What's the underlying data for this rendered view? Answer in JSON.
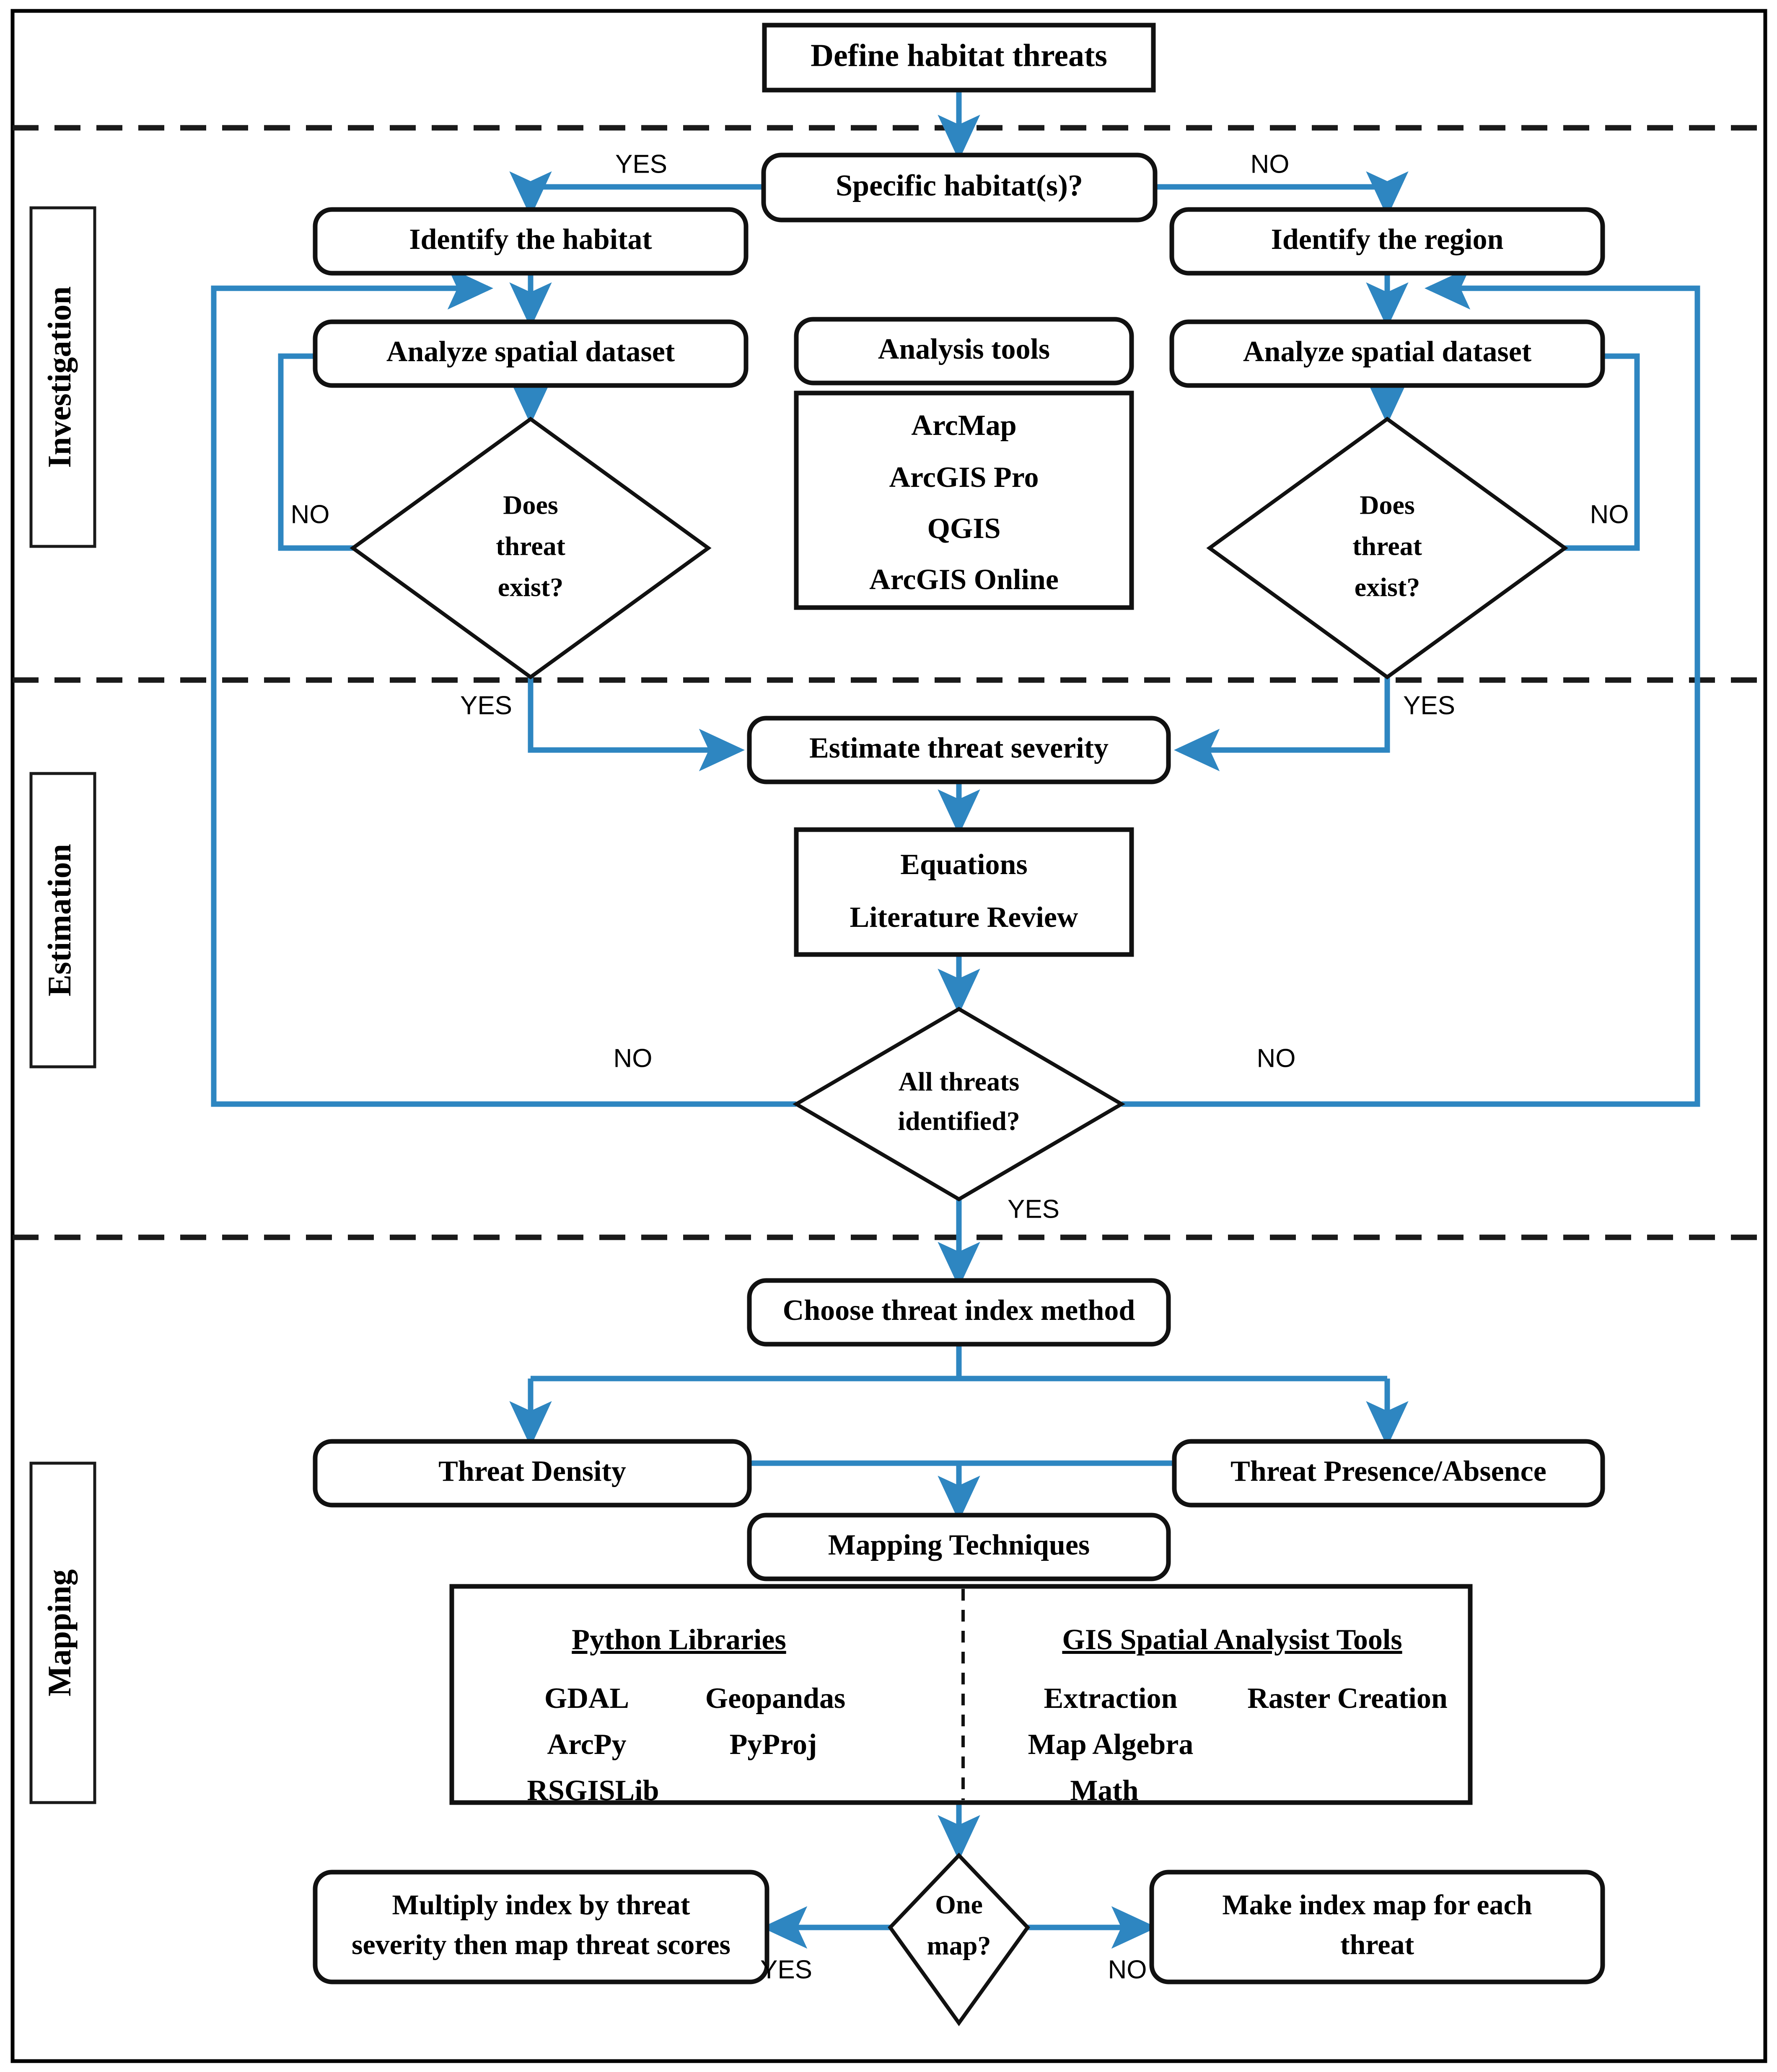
{
  "figure": {
    "type": "flowchart",
    "title": "Habitat threat mapping workflow",
    "colors": {
      "arrow": "#2E86C1",
      "outline": "#000000",
      "background": "#FFFFFF"
    }
  },
  "bands": [
    {
      "id": "investigation",
      "label": "Investigation"
    },
    {
      "id": "estimation",
      "label": "Estimation"
    },
    {
      "id": "mapping",
      "label": "Mapping"
    }
  ],
  "nodes": {
    "start": {
      "label": "Define habitat threats",
      "shape": "rect"
    },
    "specific_habitat": {
      "label": "Specific habitat(s)?",
      "shape": "rounded"
    },
    "identify_habitat": {
      "label": "Identify the habitat",
      "shape": "rounded"
    },
    "identify_region": {
      "label": "Identify the region",
      "shape": "rounded"
    },
    "analyze_left": {
      "label": "Analyze spatial dataset",
      "shape": "rounded"
    },
    "analyze_right": {
      "label": "Analyze spatial dataset",
      "shape": "rounded"
    },
    "threat_exist_left": {
      "label_lines": [
        "Does",
        "threat",
        "exist?"
      ],
      "shape": "diamond"
    },
    "threat_exist_right": {
      "label_lines": [
        "Does",
        "threat",
        "exist?"
      ],
      "shape": "diamond"
    },
    "analysis_tools_header": {
      "label": "Analysis  tools",
      "shape": "rounded"
    },
    "analysis_tools_body": {
      "items": [
        "ArcMap",
        "ArcGIS Pro",
        "QGIS",
        "ArcGIS Online"
      ],
      "shape": "rect"
    },
    "estimate_severity": {
      "label": "Estimate threat severity",
      "shape": "rounded"
    },
    "equations_box": {
      "items": [
        "Equations",
        "Literature Review"
      ],
      "shape": "rect"
    },
    "all_threats": {
      "label_lines": [
        "All threats",
        "identified?"
      ],
      "shape": "diamond"
    },
    "choose_method": {
      "label": "Choose threat index method",
      "shape": "rounded"
    },
    "threat_density": {
      "label": "Threat Density",
      "shape": "rounded"
    },
    "threat_presence": {
      "label": "Threat Presence/Absence",
      "shape": "rounded"
    },
    "mapping_techniques": {
      "label": "Mapping Techniques",
      "shape": "rounded"
    },
    "techniques_box": {
      "shape": "rect",
      "left": {
        "heading": "Python Libraries",
        "rows": [
          [
            "GDAL",
            "Geopandas"
          ],
          [
            "ArcPy",
            "PyProj"
          ],
          [
            "RSGISLib",
            ""
          ]
        ]
      },
      "right": {
        "heading": "GIS Spatial Analysist Tools",
        "rows": [
          [
            "Extraction",
            "Raster Creation"
          ],
          [
            "Map Algebra",
            ""
          ],
          [
            "Math",
            ""
          ]
        ]
      }
    },
    "one_map": {
      "label_lines": [
        "One",
        "map?"
      ],
      "shape": "diamond"
    },
    "multiply_index": {
      "label_lines": [
        "Multiply index by threat",
        "severity then map threat scores"
      ],
      "shape": "rounded"
    },
    "make_index_map": {
      "label_lines": [
        "Make index map for each",
        "threat"
      ],
      "shape": "rounded"
    }
  },
  "edge_labels": {
    "yes_left_top": "YES",
    "no_right_top": "NO",
    "no_left_loop": "NO",
    "no_right_loop": "NO",
    "yes_left_down": "YES",
    "yes_right_down": "YES",
    "no_left_all": "NO",
    "no_right_all": "NO",
    "yes_all": "YES",
    "yes_one_map": "YES",
    "no_one_map": "NO"
  }
}
